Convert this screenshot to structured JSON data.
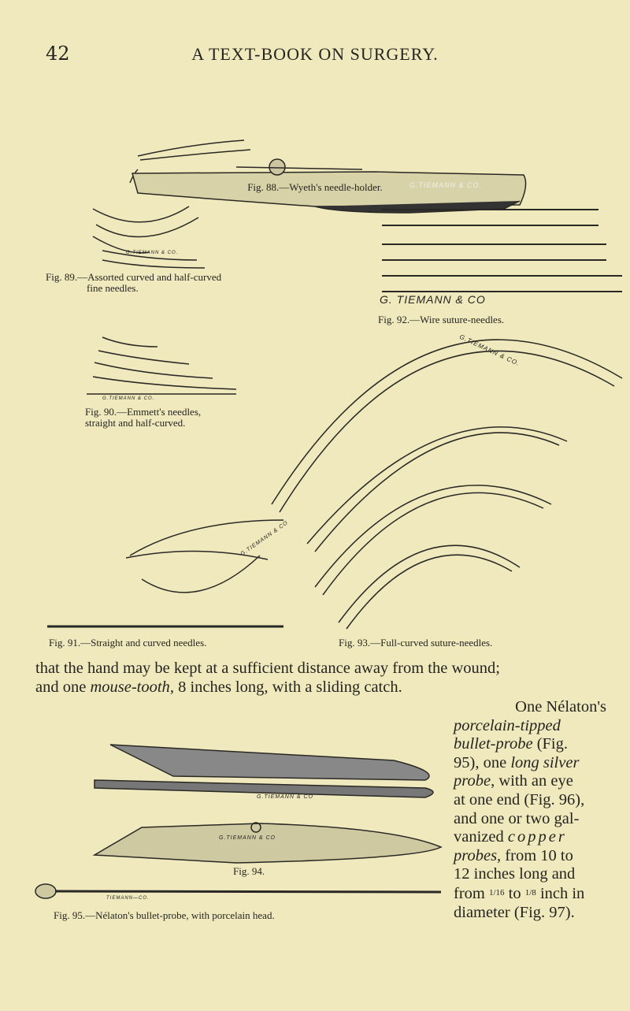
{
  "header": {
    "page_number": "42",
    "running_title": "A TEXT-BOOK ON SURGERY."
  },
  "figures": {
    "fig88": {
      "caption": "Fig. 88.—Wyeth's needle-holder.",
      "maker_mark": "G.TIEMANN & CO."
    },
    "fig89": {
      "caption_line1": "Fig. 89.—Assorted curved and half-curved",
      "caption_line2": "fine needles.",
      "maker_mark": "G.TIEMANN & CO."
    },
    "fig92": {
      "caption": "Fig. 92.—Wire suture-needles.",
      "maker_mark": "G. TIEMANN & CO"
    },
    "fig90": {
      "caption_line1": "Fig. 90.—Emmett's needles,",
      "caption_line2": "straight and half-curved.",
      "maker_mark": "G.TIEMANN & CO."
    },
    "fig91": {
      "caption": "Fig. 91.—Straight and curved needles.",
      "maker_mark": "G.TIEMANN & CO"
    },
    "fig93": {
      "caption": "Fig. 93.—Full-curved suture-needles.",
      "maker_mark": "G.TIEMANN & CO."
    },
    "fig94": {
      "caption": "Fig. 94.",
      "maker_mark_1": "G.TIEMANN & CO",
      "maker_mark_2": "G.TIEMANN & CO"
    },
    "fig95": {
      "caption": "Fig. 95.—Nélaton's bullet-probe, with porcelain head.",
      "maker_mark": "TIEMANN—CO."
    }
  },
  "body": {
    "para_line1": "that the hand may be kept at a sufficient distance away from the wound;",
    "para_line2_a": "and one ",
    "para_line2_em": "mouse-tooth",
    "para_line2_b": ", 8 inches long, with a sliding catch.",
    "column": {
      "l1": "One Nélaton's",
      "l2": "porcelain-tipped",
      "l3a": "bullet-probe",
      "l3b": " (Fig.",
      "l4a": "95), one ",
      "l4b": "long silver",
      "l5a": "probe",
      "l5b": ", with an eye",
      "l6": "at one end (Fig. 96),",
      "l7": "and one or two gal-",
      "l8a": "vanized ",
      "l8b": "copper",
      "l9a": "probes",
      "l9b": ", from 10 to",
      "l10": "12 inches long and",
      "l11a": "from ",
      "l11_frac1": "1/16",
      "l11b": " to ",
      "l11_frac2": "1/8",
      "l11c": " inch in",
      "l12": "diameter (Fig. 97)."
    }
  },
  "colors": {
    "paper": "#efe9bd",
    "ink": "#262420"
  }
}
